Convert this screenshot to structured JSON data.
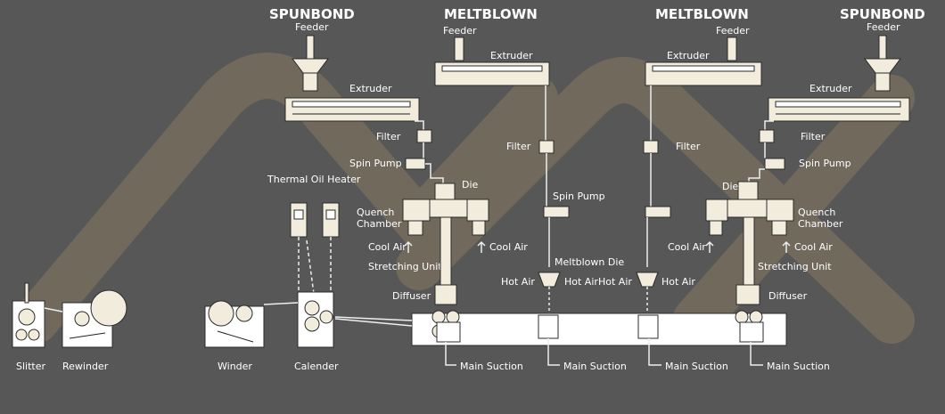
{
  "headers": [
    "SPUNBOND",
    "MELTBLOWN",
    "MELTBLOWN",
    "SPUNBOND"
  ],
  "labels": {
    "feeder": "Feeder",
    "extruder": "Extruder",
    "filter": "Filter",
    "spin_pump": "Spin Pump",
    "thermal_oil_heater": "Thermal Oil Heater",
    "die": "Die",
    "quench": "Quench",
    "chamber": "Chamber",
    "cool_air": "Cool Air",
    "stretching_unit": "Stretching Unit",
    "diffuser": "Diffuser",
    "meltblown_die": "Meltblown Die",
    "hot_air": "Hot Air",
    "main_suction": "Main Suction",
    "slitter": "Slitter",
    "rewinder": "Rewinder",
    "winder": "Winder",
    "calender": "Calender"
  },
  "colors": {
    "background": "#575757",
    "watermark": "#b59a6a",
    "equipment": "#f2ecdc"
  }
}
